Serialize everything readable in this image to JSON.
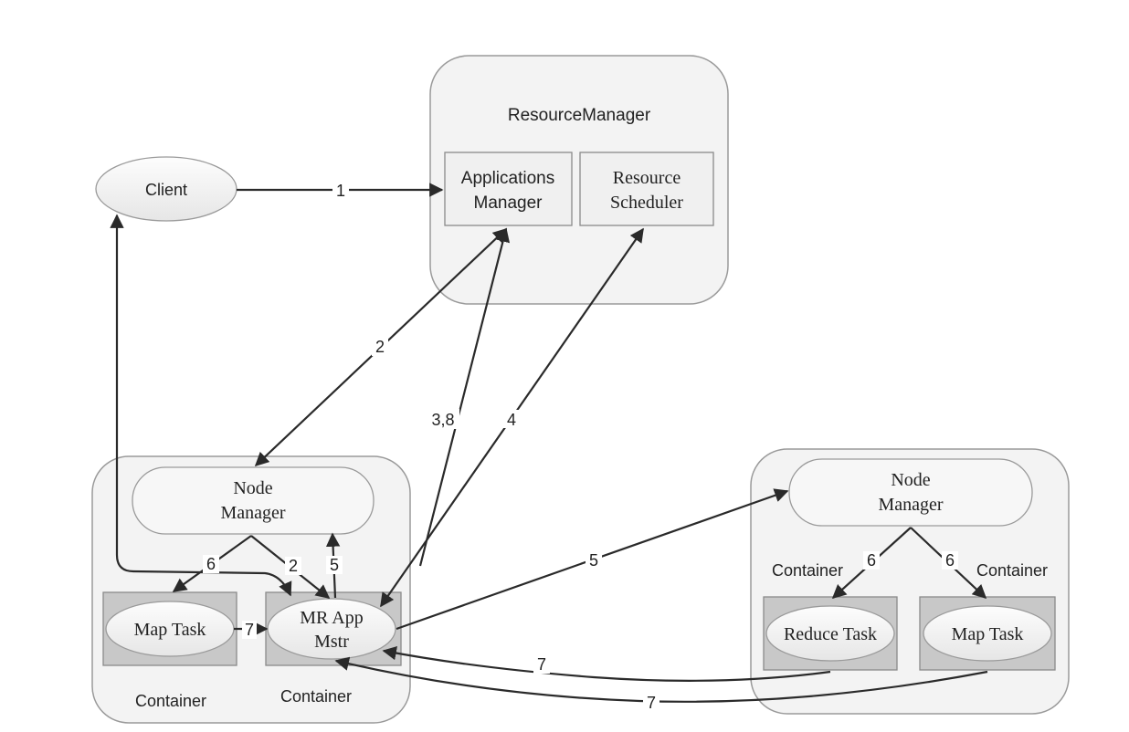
{
  "resource_manager": {
    "title": "ResourceManager",
    "applications_manager": [
      "Applications",
      "Manager"
    ],
    "resource_scheduler": [
      "Resource",
      "Scheduler"
    ]
  },
  "client": {
    "label": "Client"
  },
  "left_node": {
    "node_manager": [
      "Node",
      "Manager"
    ],
    "map_task": "Map Task",
    "mr_app_master": [
      "MR App",
      "Mstr"
    ],
    "container_left": "Container",
    "container_right": "Container"
  },
  "right_node": {
    "node_manager": [
      "Node",
      "Manager"
    ],
    "reduce_task": "Reduce Task",
    "map_task": "Map Task",
    "container_left": "Container",
    "container_right": "Container"
  },
  "edge_labels": {
    "e1": "1",
    "e2": "2",
    "e38": "3,8",
    "e4": "4",
    "e5_right": "5",
    "e5_up": "5",
    "e2_local": "2",
    "e6_left": "6",
    "e7_left": "7",
    "e6_right_a": "6",
    "e6_right_b": "6",
    "e7_reduce": "7",
    "e7_map": "7"
  },
  "colors": {
    "box_fill": "#f2f2f2",
    "box_stroke": "#9a9a9a",
    "container_fill": "#c8c8c8",
    "edge": "#2a2a2a"
  }
}
